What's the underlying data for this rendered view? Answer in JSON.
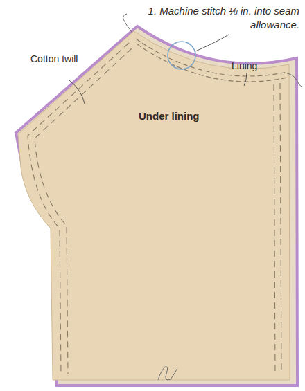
{
  "diagram": {
    "labels": [
      "1. Machine stitch ⅛ in. into seam allowance.",
      "Cotton twill",
      "Lining",
      "Under lining"
    ]
  }
}
